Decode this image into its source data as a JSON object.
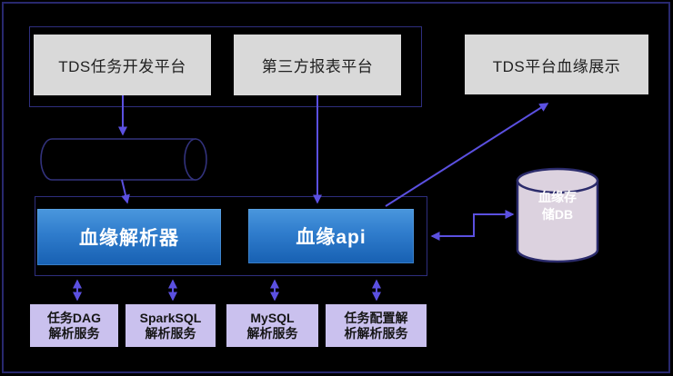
{
  "platforms": {
    "tds_dev": "TDS任务开发平台",
    "third_party_report": "第三方报表平台",
    "tds_lineage_display": "TDS平台血缘展示"
  },
  "core": {
    "lineage_parser": "血缘解析器",
    "lineage_api": "血缘api"
  },
  "storage": {
    "db_lines": [
      "血缘存",
      "储DB"
    ]
  },
  "services": [
    {
      "lines": [
        "任务DAG",
        "解析服务"
      ]
    },
    {
      "lines": [
        "SparkSQL",
        "解析服务"
      ]
    },
    {
      "lines": [
        "MySQL",
        "解析服务"
      ]
    },
    {
      "lines": [
        "任务配置解",
        "析解析服务"
      ]
    }
  ],
  "colors": {
    "background": "#000000",
    "frame_border": "#28286e",
    "group_border": "#2e2e7e",
    "arrow": "#5b50e0",
    "platform_box_fill": "#d9d9d9",
    "core_box_gradient_top": "#4a97dd",
    "core_box_gradient_bottom": "#1760b2",
    "service_box_fill": "#cac1ee",
    "db_fill": "#dcd2df",
    "db_border": "#2b2b6b",
    "pipe_border": "#32327c"
  }
}
